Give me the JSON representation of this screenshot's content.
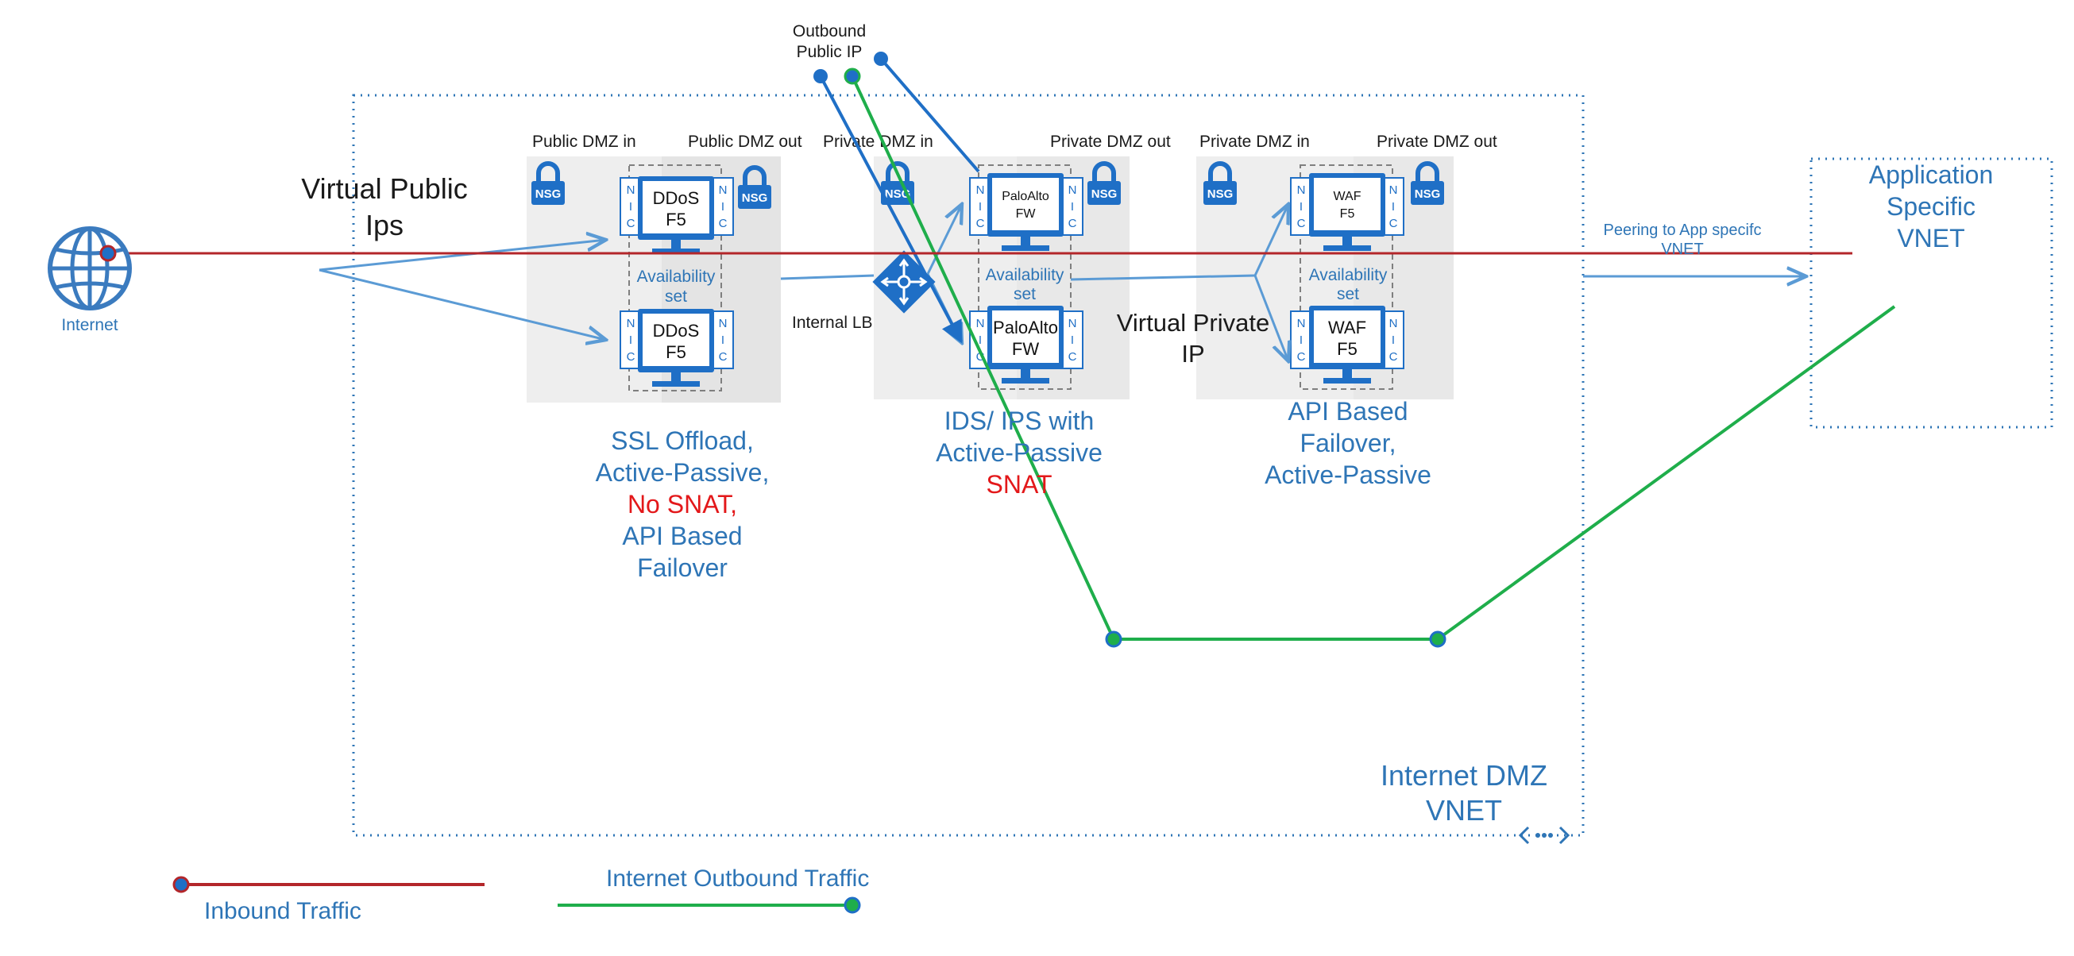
{
  "colors": {
    "inbound": "#b3262a",
    "outbound": "#1fae4b",
    "azure_blue": "#1f6fc6",
    "text_blue": "#2e75b6",
    "arrow_blue": "#5b9bd5",
    "panel_gray": "#eeeeee",
    "no_snat_red": "#e3181a"
  },
  "internet": {
    "label": "Internet",
    "icon": "globe-icon"
  },
  "outbound_ip": {
    "label_line1": "Outbound",
    "label_line2": "Public IP"
  },
  "virtual_public_ips": {
    "line1": "Virtual Public",
    "line2": "Ips"
  },
  "virtual_private_ip": {
    "line1": "Virtual Private",
    "line2": "IP"
  },
  "internal_lb": {
    "label": "Internal LB",
    "icon": "load-balancer-icon"
  },
  "subnets": {
    "public_dmz_in": "Public DMZ in",
    "public_dmz_out": "Public DMZ out",
    "private_dmz_in": "Private DMZ in",
    "private_dmz_out": "Private DMZ out",
    "private_dmz_in_2": "Private DMZ in",
    "private_dmz_out_2": "Private DMZ out"
  },
  "nsg": {
    "label": "NSG",
    "icon": "lock-icon"
  },
  "nic": {
    "letters": [
      "N",
      "I",
      "C"
    ]
  },
  "availability_set": {
    "line1": "Availability",
    "line2": "set"
  },
  "groups": [
    {
      "vm_top": [
        "DDoS",
        "F5"
      ],
      "vm_bottom": [
        "DDoS",
        "F5"
      ],
      "caption": [
        "SSL Offload,",
        "Active-Passive,",
        "No SNAT,",
        "API Based",
        "Failover"
      ],
      "caption_red_index": 2
    },
    {
      "vm_top": [
        "PaloAlto",
        "FW"
      ],
      "vm_bottom": [
        "PaloAlto",
        "FW"
      ],
      "caption": [
        "IDS/ IPS with",
        "Active-Passive",
        "SNAT"
      ],
      "caption_red_index": 2
    },
    {
      "vm_top": [
        "WAF",
        "F5"
      ],
      "vm_bottom": [
        "WAF",
        "F5"
      ],
      "caption": [
        "API Based",
        "Failover,",
        "Active-Passive"
      ],
      "caption_red_index": -1
    }
  ],
  "peering": {
    "line1": "Peering to App specifc",
    "line2": "VNET"
  },
  "app_vnet": {
    "line1": "Application",
    "line2": "Specific",
    "line3": "VNET"
  },
  "dmz_vnet": {
    "line1": "Internet DMZ",
    "line2": "VNET",
    "icon": "vnet-peering-icon"
  },
  "legend": {
    "inbound": "Inbound Traffic",
    "outbound": "Internet Outbound Traffic"
  }
}
